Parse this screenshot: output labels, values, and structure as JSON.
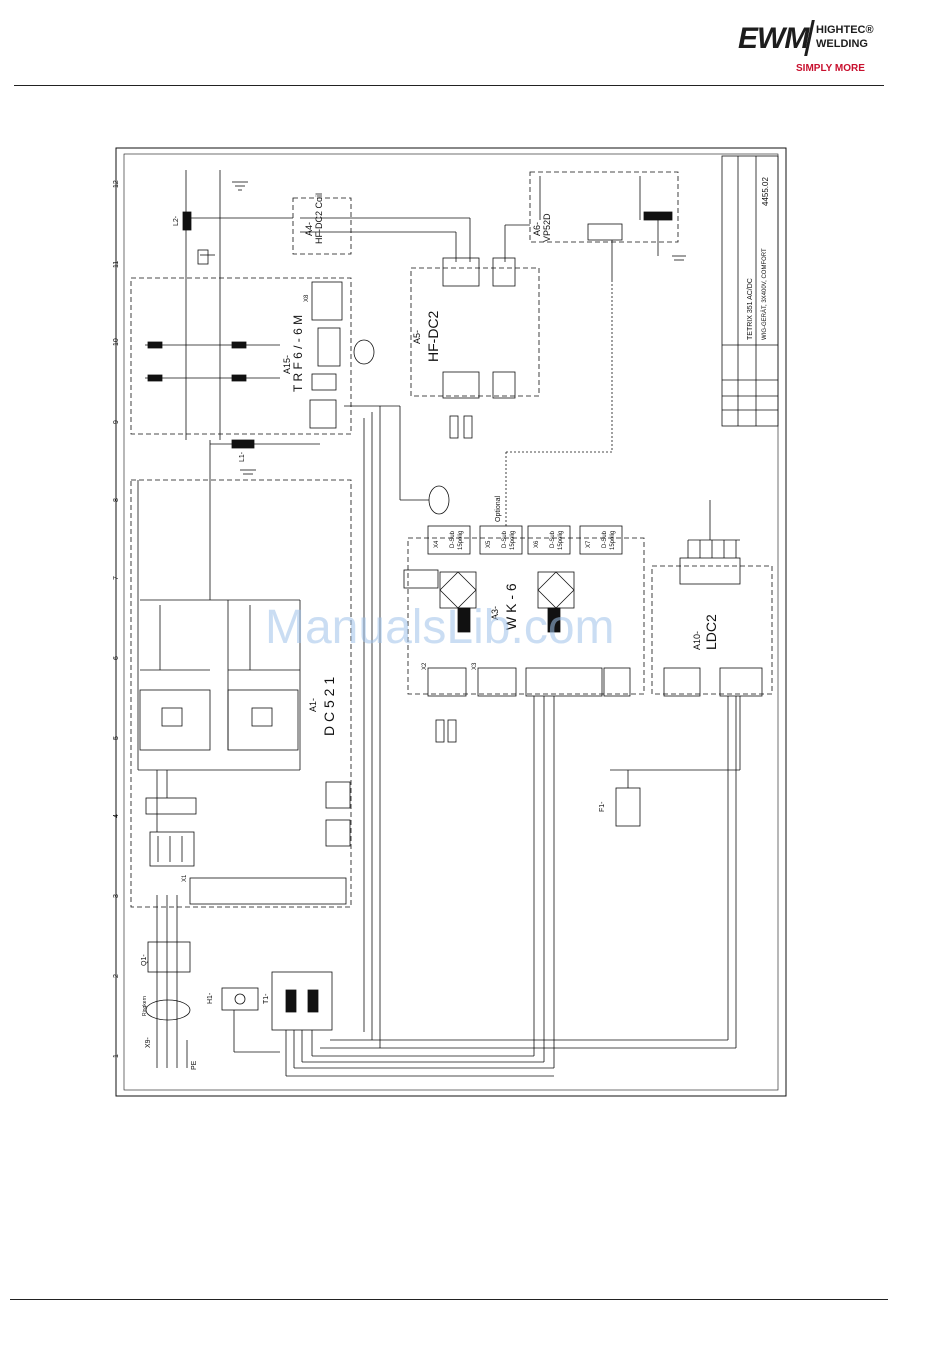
{
  "header": {
    "logo_brand": "EWM",
    "logo_line1": "HIGHTEC®",
    "logo_line2": "WELDING",
    "logo_tagline": "SIMPLY MORE"
  },
  "watermark": "ManualsLib.com",
  "colors": {
    "tagline": "#c8102e",
    "watermark": "#9fc3ea",
    "line": "#111111"
  },
  "diagram": {
    "column_numbers": [
      "1",
      "2",
      "3",
      "4",
      "5",
      "6",
      "7",
      "8",
      "9",
      "10",
      "11",
      "12"
    ],
    "modules": {
      "dc521_id": "A1-",
      "dc521_name": "D C 5 2 1",
      "trf_id": "A15-",
      "trf_name": "T R F 6 / - 6 M",
      "hfcoil_id": "A4-",
      "hfcoil_name": "HF-DC2 Coil",
      "hfdc2_id": "A5-",
      "hfdc2_name": "HF-DC2",
      "vp_id": "A6-",
      "vp_name": "VP52D",
      "wk_id": "A3-",
      "wk_name": "W K - 6",
      "ldc_id": "A10-",
      "ldc_name": "LDC2"
    },
    "components": {
      "q1": "Q1-",
      "h1": "H1-",
      "t1": "T1-",
      "x9": "X9-",
      "l1": "L1-",
      "l2": "L2-",
      "f1": "F1-",
      "pe": "PE",
      "primary_label": "Ringkern",
      "optional": "Optional",
      "dsub_a": "D-Sub",
      "dsub_b": "15polig",
      "x4": "X4",
      "x5": "X5",
      "x6": "X6",
      "x7": "X7",
      "x8": "X8",
      "x1": "X1",
      "x2": "X2",
      "x3": "X3"
    },
    "title_block": {
      "product": "TETRIX 351 AC/DC",
      "variant": "WIG-GERÄT, 3X400V, COMFORT",
      "drawing_no": "4455.02"
    }
  }
}
